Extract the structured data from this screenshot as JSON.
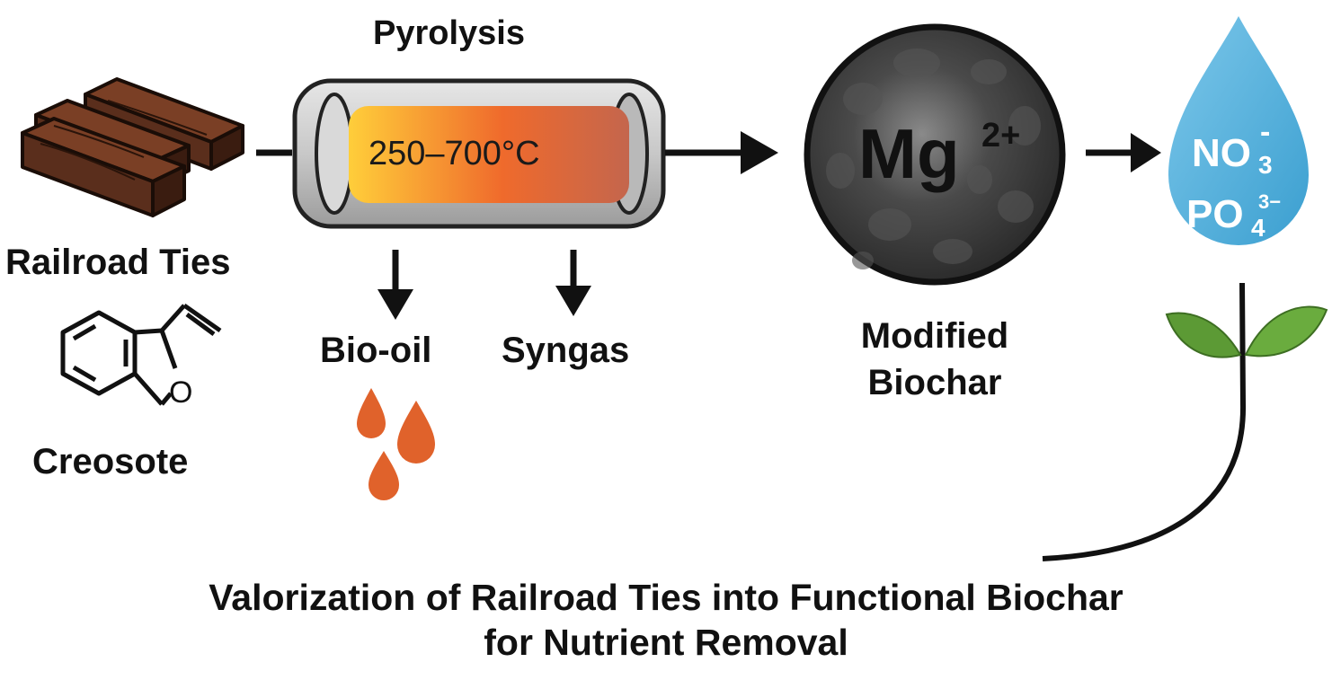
{
  "labels": {
    "pyrolysis": "Pyrolysis",
    "temperature": "250–700°C",
    "railroad_ties": "Railroad Ties",
    "creosote": "Creosote",
    "bio_oil": "Bio-oil",
    "syngas": "Syngas",
    "modified": "Modified",
    "biochar": "Biochar",
    "mg": "Mg",
    "mg_charge": "2+",
    "nitrate_base": "NO",
    "nitrate_sub": "3",
    "nitrate_sup": "-",
    "phosphate_base": "PO",
    "phosphate_sub": "4",
    "phosphate_sup": "3−"
  },
  "title": {
    "line1": "Valorization of Railroad Ties into Functional Biochar",
    "line2": "for Nutrient Removal"
  },
  "colors": {
    "wood": "#5a2e1c",
    "wood_dark": "#3a1c10",
    "reactor_shell": "#c9c9c9",
    "reactor_hot_start": "#ffce3a",
    "reactor_hot_mid": "#ef6a2c",
    "reactor_hot_end": "#c4664d",
    "oil_drop": "#e0622b",
    "biochar": "#3b3b3b",
    "water_drop": "#4fb0dc",
    "leaf": "#5c9a35",
    "line": "#111111"
  }
}
